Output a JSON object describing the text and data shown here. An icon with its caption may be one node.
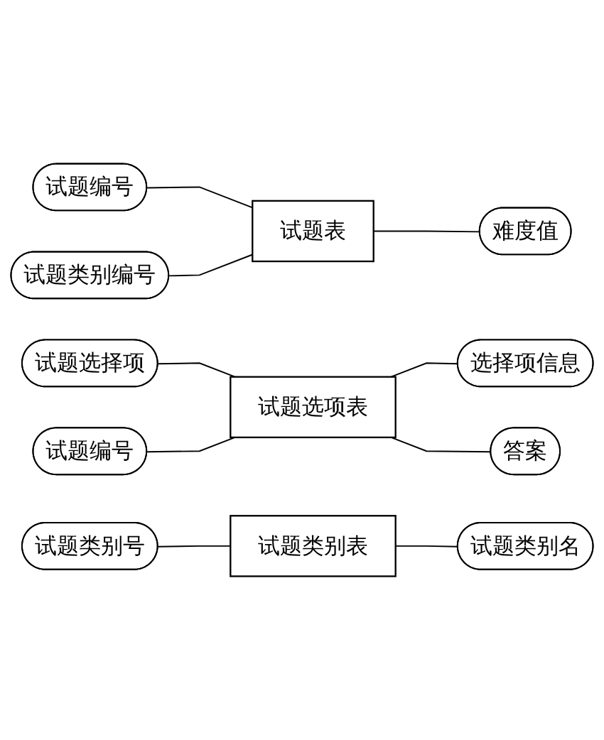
{
  "diagram": {
    "nodes": [
      {
        "text": [
          "试题编号"
        ]
      },
      {
        "text": [
          "试题类别编号"
        ]
      },
      {
        "text": [
          "试题表"
        ]
      },
      {
        "text": [
          "难度值"
        ]
      },
      {
        "text": [
          "试题选择项"
        ]
      },
      {
        "text": [
          "试题编号"
        ]
      },
      {
        "text": [
          "试题选项表"
        ]
      },
      {
        "text": [
          "选择项信息"
        ]
      },
      {
        "text": [
          "答案"
        ]
      },
      {
        "text": [
          "试题类别号"
        ]
      },
      {
        "text": [
          "试题类别表"
        ]
      },
      {
        "text": [
          "试题类别名"
        ]
      }
    ],
    "edges": [
      {
        "from": 0,
        "to": 2,
        "arrow": "none"
      },
      {
        "from": 1,
        "to": 2,
        "arrow": "none"
      },
      {
        "from": 2,
        "to": 3,
        "arrow": "none"
      },
      {
        "from": 4,
        "to": 6,
        "arrow": "none"
      },
      {
        "from": 5,
        "to": 6,
        "arrow": "none"
      },
      {
        "from": 6,
        "to": 7,
        "arrow": "none"
      },
      {
        "from": 6,
        "to": 8,
        "arrow": "none"
      },
      {
        "from": 9,
        "to": 10,
        "arrow": "none"
      },
      {
        "from": 10,
        "to": 11,
        "arrow": "none"
      }
    ]
  }
}
